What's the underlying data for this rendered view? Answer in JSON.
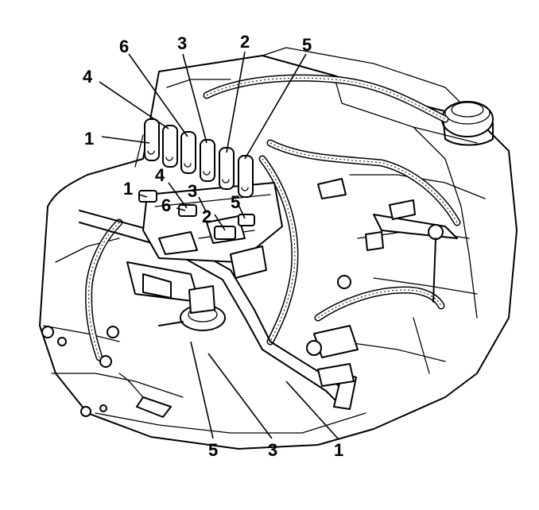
{
  "callouts": {
    "top_6": "6",
    "top_3": "3",
    "top_2": "2",
    "top_5": "5",
    "left_4": "4",
    "left_1": "1",
    "mid_1": "1",
    "mid_4": "4",
    "mid_3": "3",
    "mid_6": "6",
    "mid_2": "2",
    "mid_5": "5",
    "bottom_5": "5",
    "bottom_3": "3",
    "bottom_1": "1"
  }
}
